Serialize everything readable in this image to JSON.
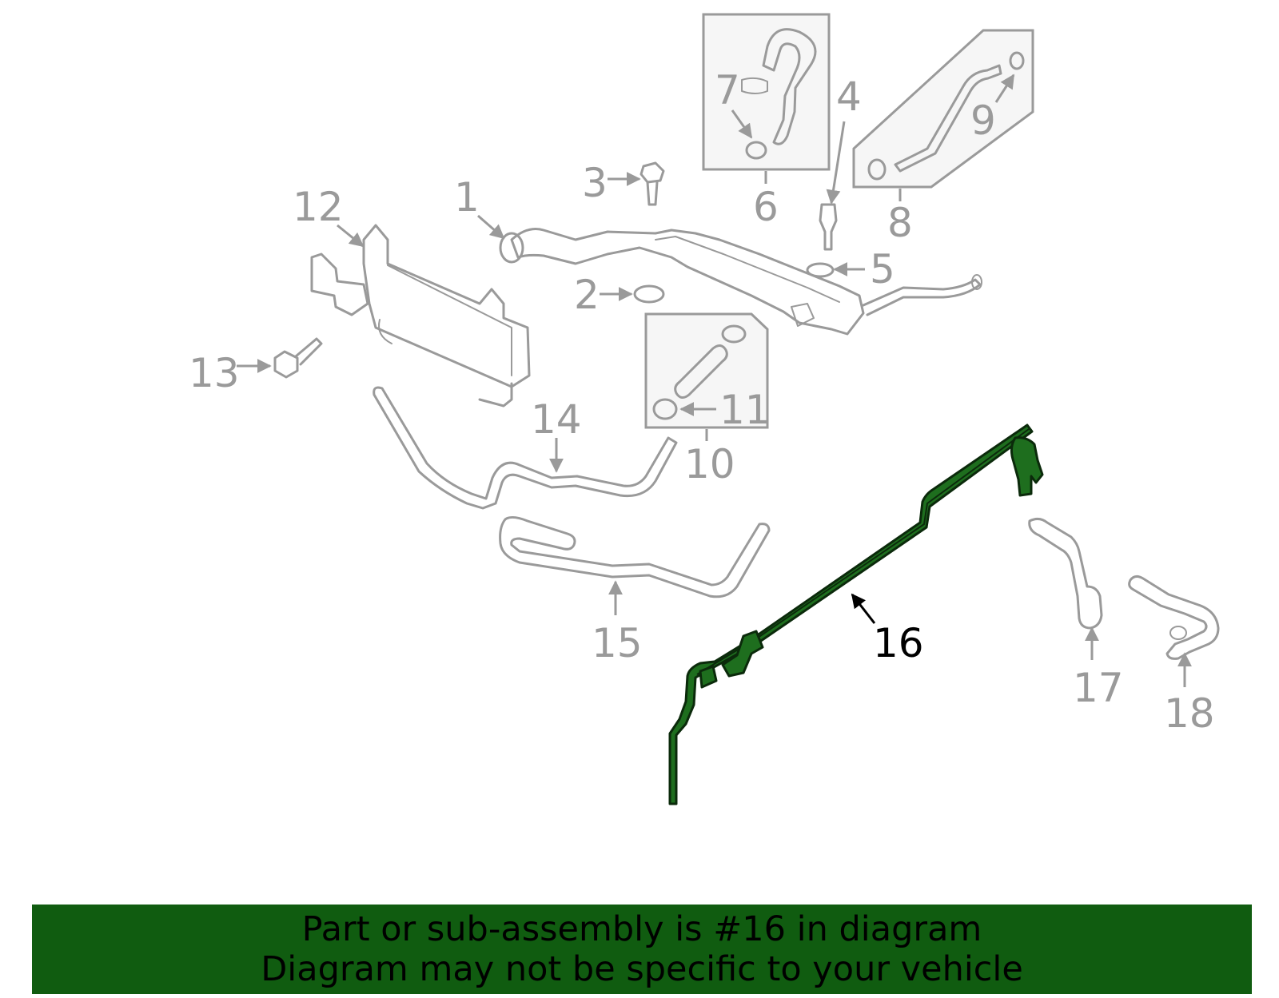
{
  "callouts": {
    "c1": "1",
    "c2": "2",
    "c3": "3",
    "c4": "4",
    "c5": "5",
    "c6": "6",
    "c7": "7",
    "c8": "8",
    "c9": "9",
    "c10": "10",
    "c11": "11",
    "c12": "12",
    "c13": "13",
    "c14": "14",
    "c15": "15",
    "c16": "16",
    "c17": "17",
    "c18": "18"
  },
  "highlight_part": "16",
  "colors": {
    "highlight_fill": "#1e6e1e",
    "banner_background": "#105c10",
    "outline_gray": "#9a9a9a",
    "text_black": "#000000"
  },
  "banner": {
    "line1": "Part or sub-assembly is #16 in diagram",
    "line2": "Diagram may not be specific to your vehicle"
  }
}
